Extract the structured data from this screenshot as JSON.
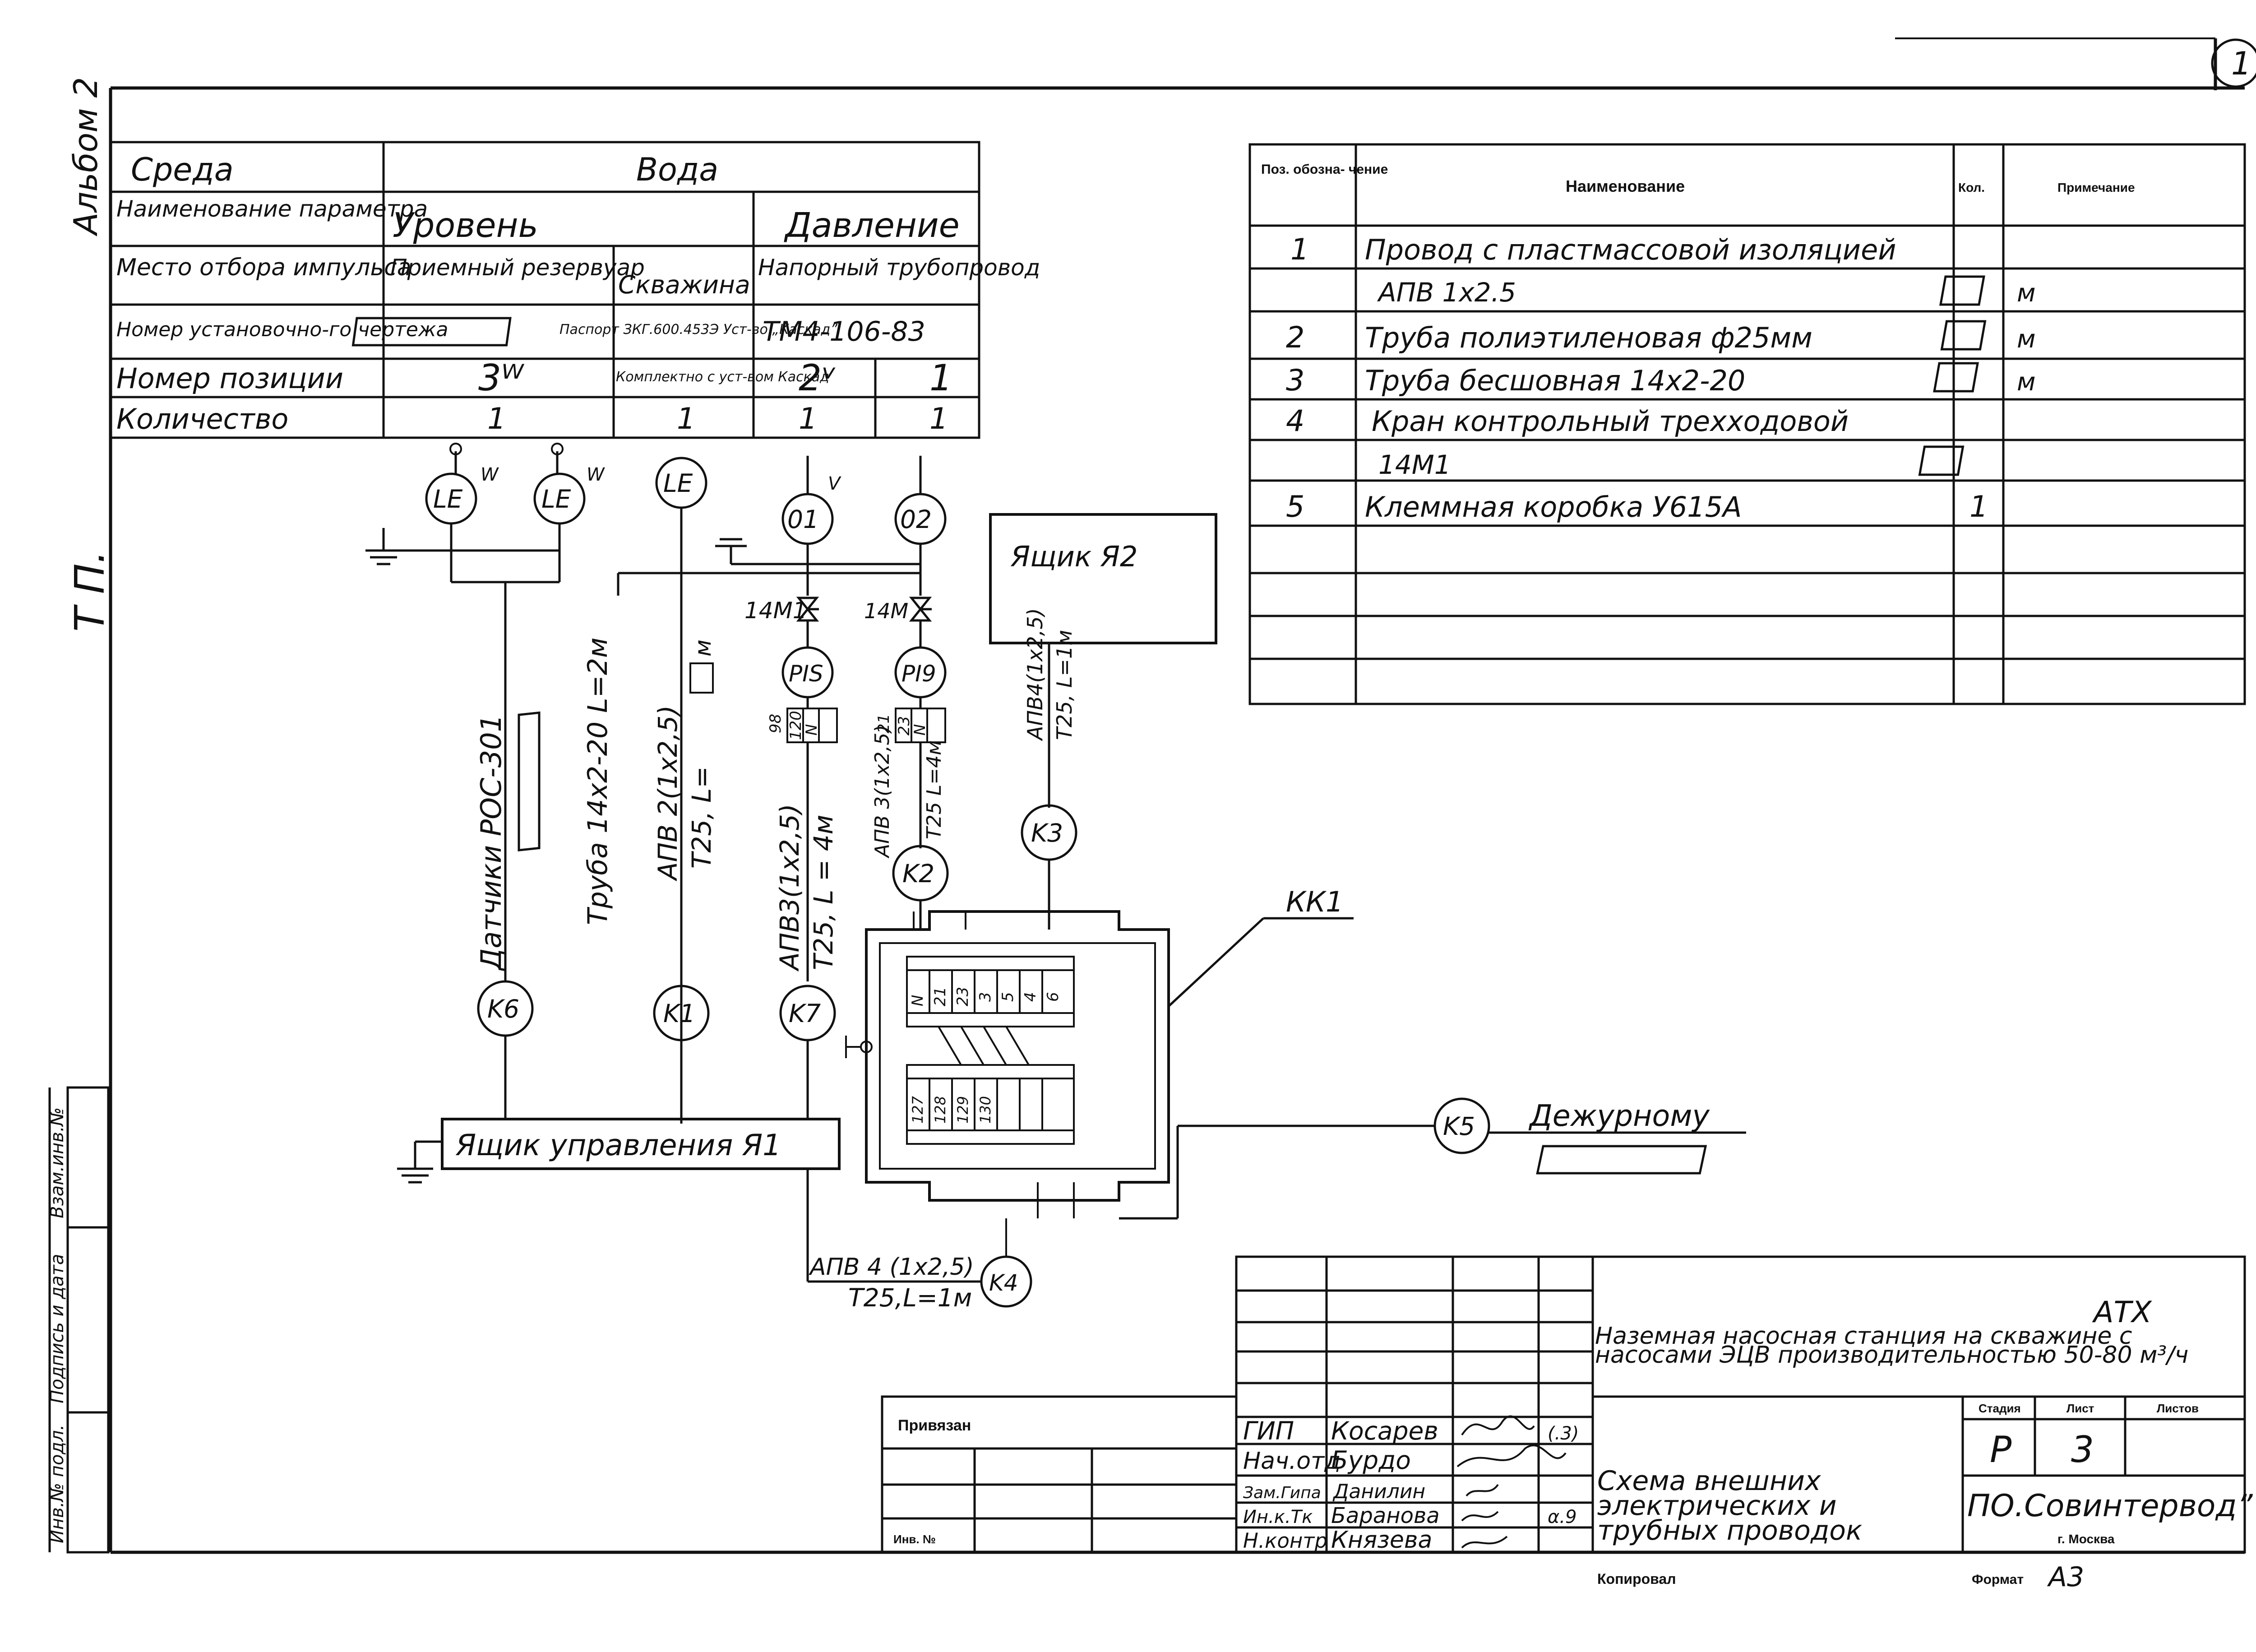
{
  "sheet_number": "1",
  "margin": {
    "album": "Альбом 2",
    "tp": "Т П.",
    "stamp_cells": [
      "Взам.инв.№",
      "Подпись и дата",
      "Инв.№ подл."
    ]
  },
  "param_table": {
    "rows": [
      {
        "label": "Среда",
        "cells": [
          "Вода"
        ]
      },
      {
        "label": "Наименование параметра",
        "cells": [
          "Уровень",
          "Давление"
        ]
      },
      {
        "label": "Место отбора импульса",
        "cells": [
          "Приемный резервуар",
          "Скважина",
          "Напорный трубопровод"
        ]
      },
      {
        "label": "Номер установочно-го чертежа",
        "cells": [
          "",
          "Паспорт ЗКГ.600.453Э Уст-во „Каскад”",
          "ТМ4-106-83"
        ]
      },
      {
        "label": "Номер позиции",
        "cells": [
          "3ᵂ",
          "Комплектно с уст-вом Каскад",
          "2ᵛ",
          "1"
        ]
      },
      {
        "label": "Количество",
        "cells": [
          "1",
          "1",
          "1",
          "1"
        ]
      }
    ]
  },
  "spec_table": {
    "headers": [
      "Поз. обозна- чение",
      "Наименование",
      "Кол.",
      "Примечание"
    ],
    "rows": [
      {
        "pos": "1",
        "name": "Провод с пластмассовой изоляцией",
        "qty": "",
        "note": ""
      },
      {
        "pos": "",
        "name": "АПВ 1х2.5",
        "qty": "",
        "note": "м"
      },
      {
        "pos": "2",
        "name": "Труба полиэтиленовая ф25мм",
        "qty": "",
        "note": "м"
      },
      {
        "pos": "3",
        "name": "Труба бесшовная 14х2-20",
        "qty": "",
        "note": "м"
      },
      {
        "pos": "4",
        "name": "Кран контрольный трехходовой",
        "qty": "",
        "note": ""
      },
      {
        "pos": "",
        "name": "14М1",
        "qty": "",
        "note": ""
      },
      {
        "pos": "5",
        "name": "Клеммная коробка У615А",
        "qty": "1",
        "note": ""
      }
    ]
  },
  "diagram": {
    "sensors": [
      {
        "tag": "LE",
        "mark": "W"
      },
      {
        "tag": "LE",
        "mark": "W"
      },
      {
        "tag": "LE",
        "mark": ""
      },
      {
        "tag": "01",
        "mark": "V"
      },
      {
        "tag": "02",
        "mark": ""
      }
    ],
    "valves": [
      "14М1",
      "14М"
    ],
    "gauges": [
      "PIS",
      "PI9"
    ],
    "cable_labels": [
      "Датчики РОС-301",
      "Труба 14х2-20 L=2м",
      "АПВ 2(1х2,5)",
      "Т25, L=",
      "м",
      "АПВ3(1х2,5)",
      "Т25, L = 4м",
      "АПВ 3(1х2,5)",
      "Т25 L=4м",
      "АПВ4(1х2,5)",
      "Т25, L=1м",
      "АПВ 4 (1х2,5)",
      "Т25,L=1м"
    ],
    "terminals_a": [
      "98",
      "120",
      "N"
    ],
    "terminals_b": [
      "21",
      "23",
      "N"
    ],
    "terminals_kk_top": [
      "N",
      "21",
      "23",
      "3",
      "5",
      "4",
      "6"
    ],
    "terminals_kk_bottom": [
      "127",
      "128",
      "129",
      "130"
    ],
    "junctions": [
      "K1",
      "K2",
      "K3",
      "K4",
      "K5",
      "K6",
      "K7"
    ],
    "box_ya2": "Ящик Я2",
    "box_ya1": "Ящик управления Я1",
    "kk1": "КК1",
    "duty": "Дежурному"
  },
  "title_block": {
    "atx": "АТХ",
    "project": "Наземная насосная станция на скважине с насосами ЭЦВ производительностью 50-80 м³/ч",
    "drawing": "Схема внешних электрических и трубных проводок",
    "stage_headers": [
      "Стадия",
      "Лист",
      "Листов"
    ],
    "stage": "Р",
    "sheet": "3",
    "sheets_total": "",
    "org": "ПО.Совинтервод”",
    "city": "г. Москва",
    "privyazan": "Привязан",
    "inv": "Инв. №",
    "kopiroval": "Копировал",
    "format_label": "Формат",
    "format": "А3",
    "signers": [
      {
        "role": "ГИП",
        "name": "Косарев",
        "date": "(.3)"
      },
      {
        "role": "Нач.отд",
        "name": "Бурдо",
        "date": ""
      },
      {
        "role": "Зам.Гипа",
        "name": "Данилин",
        "date": ""
      },
      {
        "role": "Ин.к.Тк",
        "name": "Баранова",
        "date": "α.9"
      },
      {
        "role": "Н.контр",
        "name": "Князева",
        "date": ""
      }
    ]
  }
}
